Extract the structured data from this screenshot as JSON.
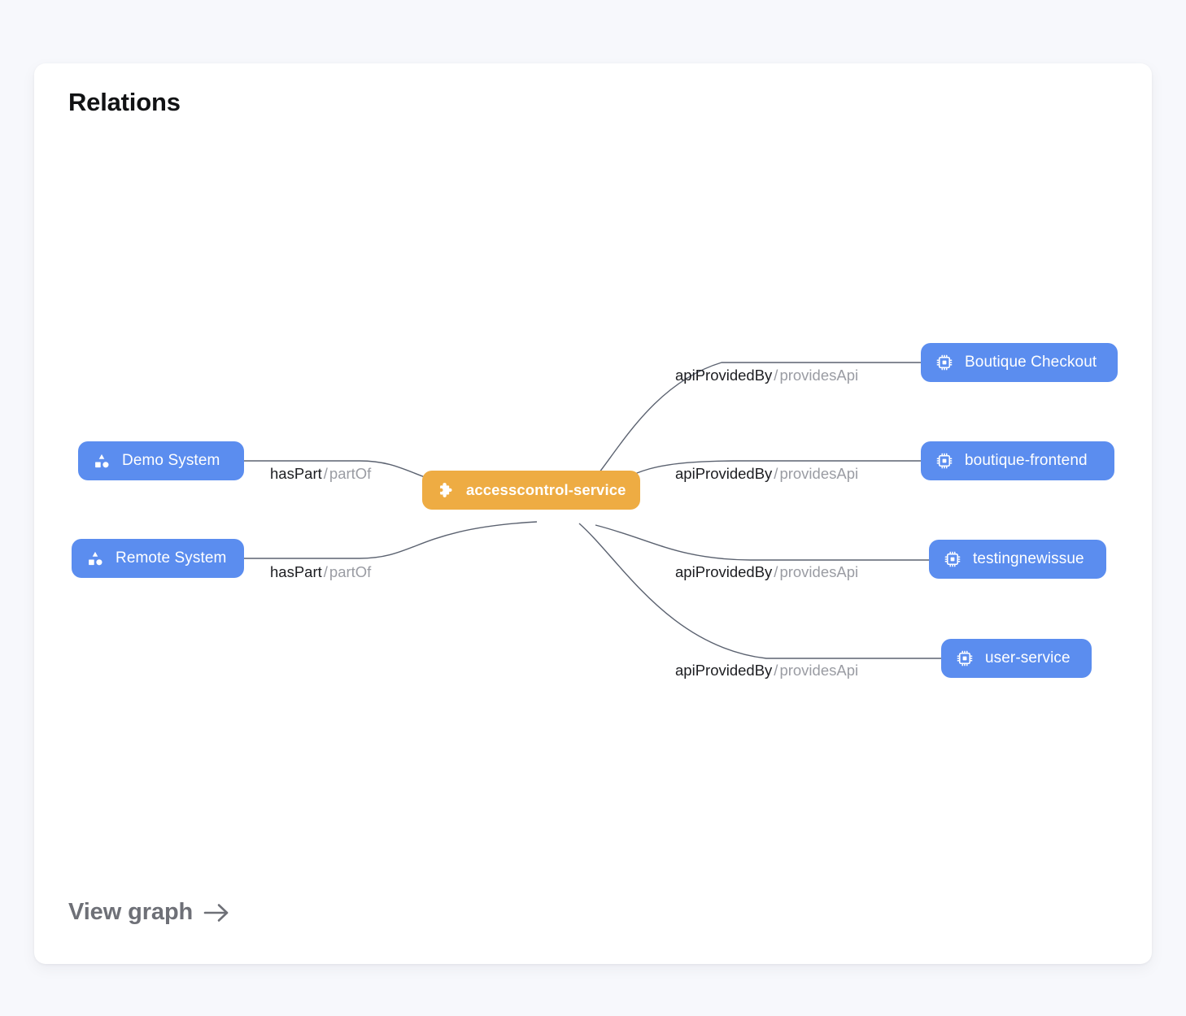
{
  "card": {
    "title": "Relations",
    "footer_link": {
      "label": "View graph",
      "icon": "arrow-right-icon"
    }
  },
  "graph": {
    "center_node": {
      "label": "accesscontrol-service",
      "icon": "puzzle-piece-icon",
      "color": "#eeac43",
      "kind": "component"
    },
    "left_nodes": [
      {
        "label": "Demo System",
        "icon": "category-shapes-icon",
        "color": "#5b8def",
        "kind": "system"
      },
      {
        "label": "Remote System",
        "icon": "category-shapes-icon",
        "color": "#5b8def",
        "kind": "system"
      }
    ],
    "right_nodes": [
      {
        "label": "Boutique Checkout",
        "icon": "cpu-chip-icon",
        "color": "#5b8def",
        "kind": "api"
      },
      {
        "label": "boutique-frontend",
        "icon": "cpu-chip-icon",
        "color": "#5b8def",
        "kind": "api"
      },
      {
        "label": "testingnewissue",
        "icon": "cpu-chip-icon",
        "color": "#5b8def",
        "kind": "api"
      },
      {
        "label": "user-service",
        "icon": "cpu-chip-icon",
        "color": "#5b8def",
        "kind": "api"
      }
    ],
    "edge_labels": [
      {
        "forward": "hasPart",
        "separator": "/",
        "reverse": "partOf"
      },
      {
        "forward": "hasPart",
        "separator": "/",
        "reverse": "partOf"
      },
      {
        "forward": "apiProvidedBy",
        "separator": "/",
        "reverse": "providesApi"
      },
      {
        "forward": "apiProvidedBy",
        "separator": "/",
        "reverse": "providesApi"
      },
      {
        "forward": "apiProvidedBy",
        "separator": "/",
        "reverse": "providesApi"
      },
      {
        "forward": "apiProvidedBy",
        "separator": "/",
        "reverse": "providesApi"
      }
    ]
  },
  "colors": {
    "page_background": "#f7f8fc",
    "card_background": "#ffffff",
    "node_blue": "#5b8def",
    "node_orange": "#eeac43",
    "edge_stroke": "#5b6270",
    "label_primary": "#1c1d21",
    "label_muted": "#9a9ca3"
  }
}
